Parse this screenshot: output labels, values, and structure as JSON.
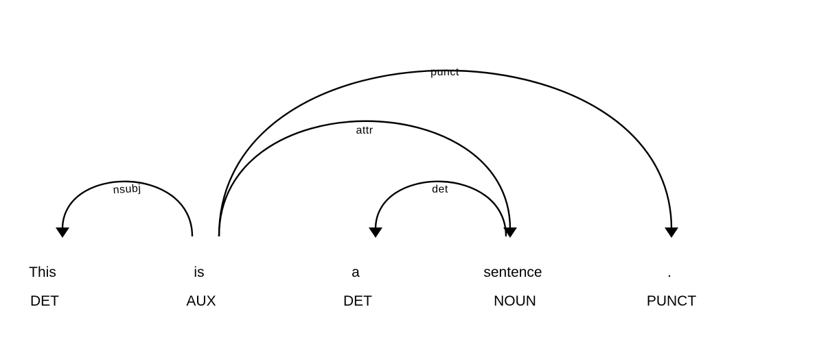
{
  "tokens": [
    {
      "text": "This",
      "tag": "DET"
    },
    {
      "text": "is",
      "tag": "AUX"
    },
    {
      "text": "a",
      "tag": "DET"
    },
    {
      "text": "sentence",
      "tag": "NOUN"
    },
    {
      "text": ".",
      "tag": "PUNCT"
    }
  ],
  "arcs": [
    {
      "label": "nsubj",
      "head": 1,
      "dependent": 0
    },
    {
      "label": "det",
      "head": 3,
      "dependent": 2
    },
    {
      "label": "attr",
      "head": 1,
      "dependent": 3
    },
    {
      "label": "punct",
      "head": 1,
      "dependent": 4
    }
  ]
}
